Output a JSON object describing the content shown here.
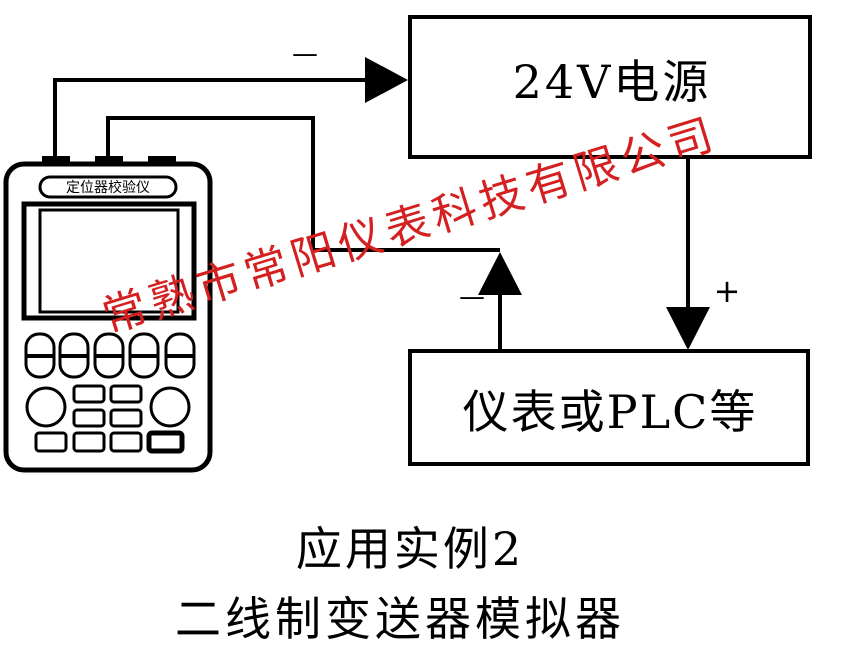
{
  "device": {
    "label": "定位器校验仪"
  },
  "power_box": {
    "label": "24V电源"
  },
  "instrument_box": {
    "label": "仪表或PLC等"
  },
  "polarity": {
    "top_minus": "—",
    "mid_minus": "—",
    "plus": "+"
  },
  "caption": {
    "line1": "应用实例2",
    "line2": "二线制变送器模拟器"
  },
  "watermark": {
    "text": "常熟市常阳仪表科技有限公司",
    "color": "#d42020"
  }
}
